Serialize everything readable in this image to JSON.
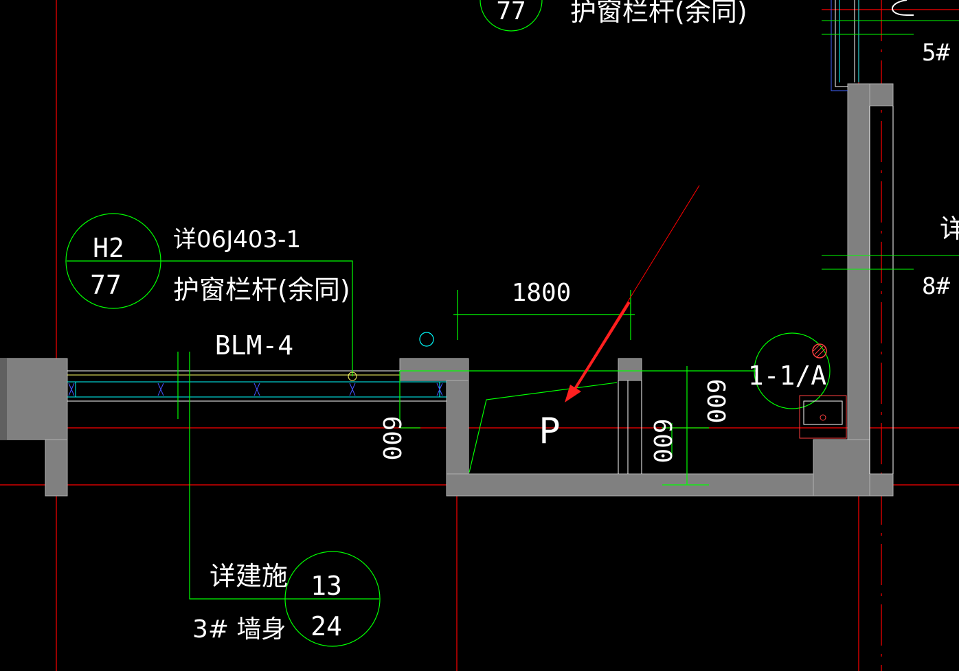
{
  "colors": {
    "background": "#000000",
    "axis_line": "#ff0000",
    "wall_fill": "#808080",
    "dimension": "#00ff00",
    "text": "#ffffff",
    "window_line": "#00ffff",
    "arrow": "#ff2020"
  },
  "callouts": {
    "top": {
      "bottom": "77",
      "label": "护窗栏杆(余同)"
    },
    "h2": {
      "top": "H2",
      "bottom": "77",
      "line1": "详06J403-1",
      "line2": "护窗栏杆(余同)"
    },
    "wall_ref": {
      "top": "13",
      "bottom": "24",
      "line1": "详建施",
      "line2": "3# 墙身"
    },
    "section": {
      "label": "1-1/A"
    }
  },
  "labels": {
    "window": "BLM-4",
    "pit": "P",
    "right_top": "5#",
    "right_mid": "8#",
    "right_partial": "详"
  },
  "dimensions": {
    "width": "1800",
    "left_depth": "600",
    "mid_depth": "600",
    "right_depth": "600"
  }
}
